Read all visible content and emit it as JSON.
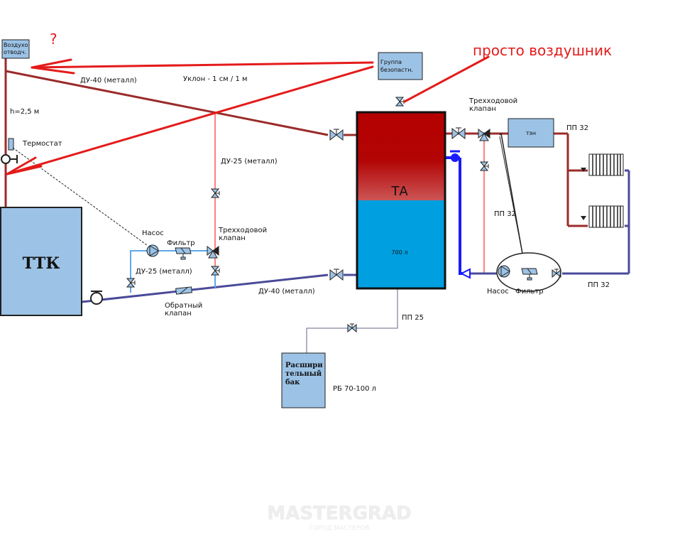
{
  "annotations": {
    "question_mark": "?",
    "just_air_vent": "просто воздушник"
  },
  "boxes": {
    "air_vent": "Воздухо отводч.",
    "safety_group": "Группа безопастн.",
    "ttk": "ТТК",
    "ta": "ТА",
    "ta_volume": "700 л",
    "ten": "тэн",
    "expansion_tank": "Расшири тельный бак"
  },
  "labels": {
    "du40_top": "ДУ-40 (металл)",
    "slope": "Уклон - 1 см / 1 м",
    "height": "h=2,5 м",
    "thermostat": "Термостат",
    "du25_vertical": "ДУ-25 (металл)",
    "pump_left": "Насос",
    "filter_left": "Фильтр",
    "three_way_left": "Трехходовой клапан",
    "du25_bypass": "ДУ-25 (металл)",
    "du40_bottom": "ДУ-40 (металл)",
    "check_valve": "Обратный клапан",
    "three_way_right": "Трехходовой клапан",
    "pp32_top": "ПП 32",
    "pp32_mid": "ПП 32",
    "pp32_bottom": "ПП 32",
    "pump_right": "Насос",
    "filter_right": "Фильтр",
    "pp25": "ПП 25",
    "rb": "РБ 70-100 л"
  },
  "watermark": {
    "brand": "MASTERGRAD",
    "tagline": "ГОРОД МАСТЕРОВ"
  },
  "colors": {
    "supply": "#9b2b2b",
    "return": "#4a4a9a",
    "annotation": "#e41b1b",
    "tank_top": "#b50000",
    "tank_bottom": "#00a0e0",
    "box_fill": "#9cc3e6"
  }
}
